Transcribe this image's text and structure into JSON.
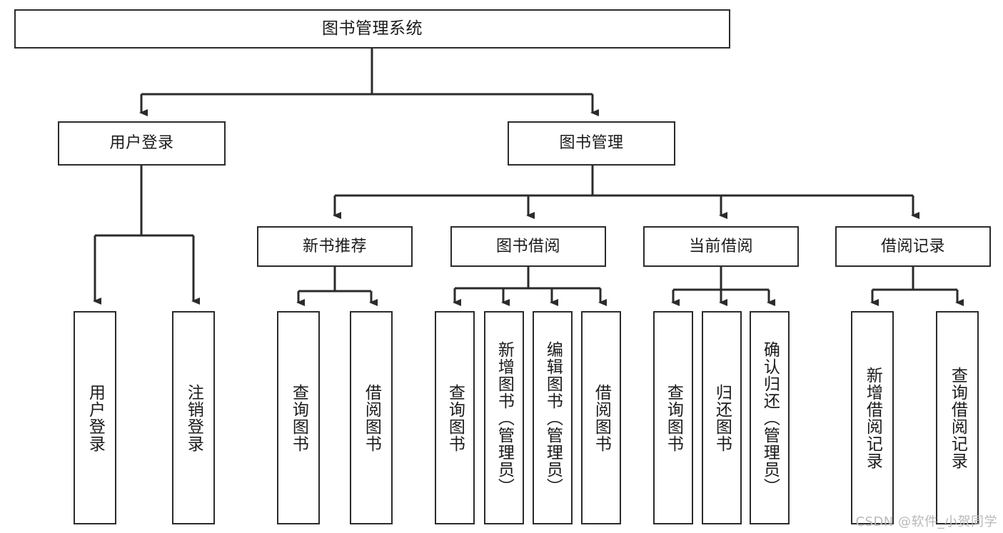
{
  "diagram": {
    "title": "图书管理系统",
    "type": "tree-hierarchy-diagram",
    "watermark": "CSDN @软件_小贺同学",
    "colors": {
      "box_border": "#2b2b2b",
      "box_fill": "#ffffff",
      "connector": "#2b2b2b",
      "text": "#1a1a1a",
      "watermark": "#b9b9b9",
      "background": "#ffffff"
    }
  },
  "nodes": {
    "root": {
      "label": "图书管理系统"
    },
    "level2": [
      {
        "id": "user-login",
        "label": "用户登录"
      },
      {
        "id": "book-management",
        "label": "图书管理"
      }
    ],
    "level3": [
      {
        "id": "new-book-recommend",
        "label": "新书推荐"
      },
      {
        "id": "book-borrow",
        "label": "图书借阅"
      },
      {
        "id": "current-borrow",
        "label": "当前借阅"
      },
      {
        "id": "borrow-record",
        "label": "借阅记录"
      }
    ],
    "leaves": {
      "user_login": [
        {
          "id": "leaf-user-login",
          "label": "用户登录"
        },
        {
          "id": "leaf-logout",
          "label": "注销登录"
        }
      ],
      "new_book_recommend": [
        {
          "id": "leaf-query-book-1",
          "label": "查询图书"
        },
        {
          "id": "leaf-borrow-book-1",
          "label": "借阅图书"
        }
      ],
      "book_borrow": [
        {
          "id": "leaf-query-book-2",
          "label": "查询图书"
        },
        {
          "id": "leaf-add-book",
          "label": "新增图书（管理员）"
        },
        {
          "id": "leaf-edit-book",
          "label": "编辑图书（管理员）"
        },
        {
          "id": "leaf-borrow-book-2",
          "label": "借阅图书"
        }
      ],
      "current_borrow": [
        {
          "id": "leaf-query-book-3",
          "label": "查询图书"
        },
        {
          "id": "leaf-return-book",
          "label": "归还图书"
        },
        {
          "id": "leaf-confirm-return",
          "label": "确认归还（管理员）"
        }
      ],
      "borrow_record": [
        {
          "id": "leaf-add-record",
          "label": "新增借阅记录"
        },
        {
          "id": "leaf-query-record",
          "label": "查询借阅记录"
        }
      ]
    }
  }
}
